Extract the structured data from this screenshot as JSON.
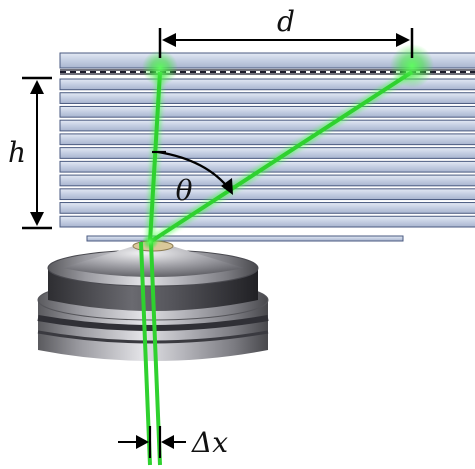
{
  "labels": {
    "distance": "d",
    "height": "h",
    "angle": "θ",
    "offset": "Δx"
  },
  "colors": {
    "beam": "#2fd12f",
    "beam_glow": "#6cff6c",
    "plate_fill": "#c4cee2",
    "plate_stroke": "#4a5a80",
    "arrow": "#000000"
  },
  "objects": {
    "stacked_plates": 11,
    "lens": "objective lens"
  }
}
